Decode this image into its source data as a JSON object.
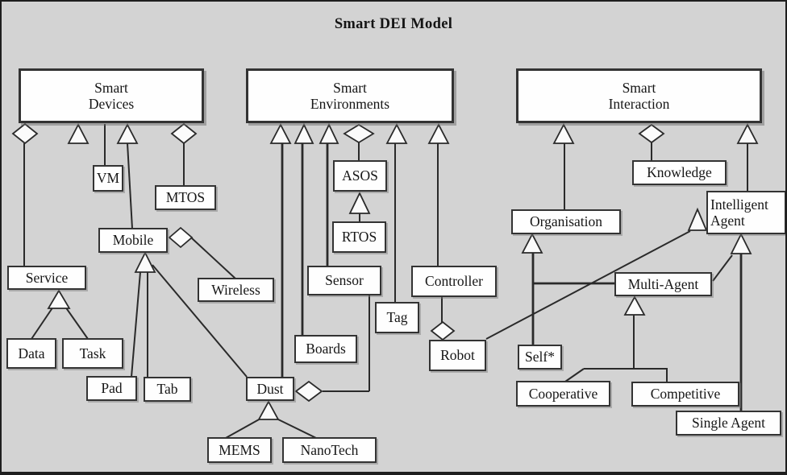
{
  "title": "Smart DEI Model",
  "colors": {
    "background": "#d3d3d3",
    "box_fill": "#fefefe",
    "line": "#2a2a2a",
    "border": "#333333"
  },
  "nodes": {
    "smart_devices": {
      "label": "Smart\nDevices"
    },
    "smart_environments": {
      "label": "Smart\nEnvironments"
    },
    "smart_interaction": {
      "label": "Smart\nInteraction"
    },
    "vm": {
      "label": "VM"
    },
    "mtos": {
      "label": "MTOS"
    },
    "mobile": {
      "label": "Mobile"
    },
    "wireless": {
      "label": "Wireless"
    },
    "service": {
      "label": "Service"
    },
    "data": {
      "label": "Data"
    },
    "task": {
      "label": "Task"
    },
    "pad": {
      "label": "Pad"
    },
    "tab": {
      "label": "Tab"
    },
    "dust": {
      "label": "Dust"
    },
    "mems": {
      "label": "MEMS"
    },
    "nanotech": {
      "label": "NanoTech"
    },
    "asos": {
      "label": "ASOS"
    },
    "rtos": {
      "label": "RTOS"
    },
    "sensor": {
      "label": "Sensor"
    },
    "boards": {
      "label": "Boards"
    },
    "tag": {
      "label": "Tag"
    },
    "controller": {
      "label": "Controller"
    },
    "robot": {
      "label": "Robot"
    },
    "organisation": {
      "label": "Organisation"
    },
    "knowledge": {
      "label": "Knowledge"
    },
    "intelligent_agent": {
      "label": "Intelligent\nAgent"
    },
    "self_star": {
      "label": "Self*"
    },
    "multi_agent": {
      "label": "Multi-Agent"
    },
    "cooperative": {
      "label": "Cooperative"
    },
    "competitive": {
      "label": "Competitive"
    },
    "single_agent": {
      "label": "Single Agent"
    }
  },
  "edges": [
    {
      "from": "Service",
      "to": "Smart Devices",
      "type": "aggregation"
    },
    {
      "from": "VM",
      "to": "Smart Devices",
      "type": "association"
    },
    {
      "from": "Mobile",
      "to": "Smart Devices",
      "type": "generalization"
    },
    {
      "from": "MTOS",
      "to": "Smart Devices",
      "type": "aggregation"
    },
    {
      "from": "Data",
      "to": "Service",
      "type": "generalization"
    },
    {
      "from": "Task",
      "to": "Service",
      "type": "generalization"
    },
    {
      "from": "Pad",
      "to": "Mobile",
      "type": "generalization"
    },
    {
      "from": "Tab",
      "to": "Mobile",
      "type": "generalization"
    },
    {
      "from": "Dust",
      "to": "Mobile",
      "type": "generalization"
    },
    {
      "from": "Wireless",
      "to": "Mobile",
      "type": "aggregation"
    },
    {
      "from": "MEMS",
      "to": "Dust",
      "type": "generalization"
    },
    {
      "from": "NanoTech",
      "to": "Dust",
      "type": "generalization"
    },
    {
      "from": "Sensor",
      "to": "Dust",
      "type": "aggregation"
    },
    {
      "from": "Dust",
      "to": "Smart Environments",
      "type": "generalization"
    },
    {
      "from": "Boards",
      "to": "Smart Environments",
      "type": "generalization"
    },
    {
      "from": "Sensor",
      "to": "Smart Environments",
      "type": "generalization"
    },
    {
      "from": "ASOS",
      "to": "Smart Environments",
      "type": "aggregation"
    },
    {
      "from": "RTOS",
      "to": "ASOS",
      "type": "generalization"
    },
    {
      "from": "Tag",
      "to": "Smart Environments",
      "type": "generalization"
    },
    {
      "from": "Controller",
      "to": "Smart Environments",
      "type": "generalization"
    },
    {
      "from": "Robot",
      "to": "Controller",
      "type": "aggregation"
    },
    {
      "from": "Robot",
      "to": "Intelligent Agent",
      "type": "generalization"
    },
    {
      "from": "Organisation",
      "to": "Smart Interaction",
      "type": "generalization"
    },
    {
      "from": "Knowledge",
      "to": "Smart Interaction",
      "type": "aggregation"
    },
    {
      "from": "Intelligent Agent",
      "to": "Smart Interaction",
      "type": "generalization"
    },
    {
      "from": "Self*",
      "to": "Organisation",
      "type": "generalization"
    },
    {
      "from": "Multi-Agent",
      "to": "Organisation",
      "type": "generalization"
    },
    {
      "from": "Cooperative",
      "to": "Multi-Agent",
      "type": "generalization"
    },
    {
      "from": "Competitive",
      "to": "Multi-Agent",
      "type": "generalization"
    },
    {
      "from": "Multi-Agent",
      "to": "Intelligent Agent",
      "type": "generalization"
    },
    {
      "from": "Single Agent",
      "to": "Intelligent Agent",
      "type": "generalization"
    }
  ]
}
